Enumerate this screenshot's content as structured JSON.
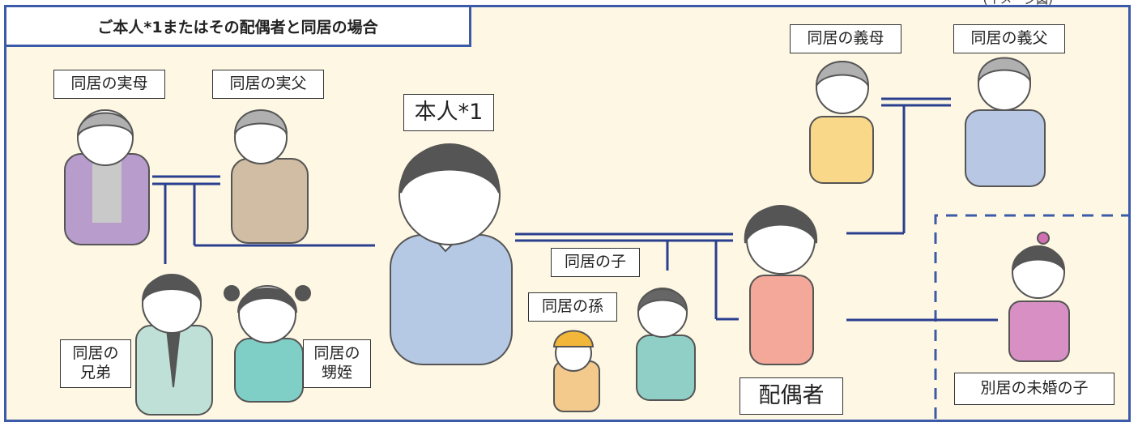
{
  "header": {
    "title": "ご本人*1またはその配偶者と同居の場合",
    "corner_note": "(イメージ図)"
  },
  "labels": {
    "mother": "同居の実母",
    "father": "同居の実父",
    "self": "本人*1",
    "sibling_line1": "同居の",
    "sibling_line2": "兄弟",
    "niece_line1": "同居の",
    "niece_line2": "甥姪",
    "child": "同居の子",
    "grandchild": "同居の孫",
    "spouse": "配偶者",
    "mother_in_law": "同居の義母",
    "father_in_law": "同居の義父",
    "separate_child": "別居の未婚の子"
  },
  "colors": {
    "frame": "#3b5ba8",
    "panel_bg": "#fdf7e3",
    "line": "#2a3f8f"
  }
}
